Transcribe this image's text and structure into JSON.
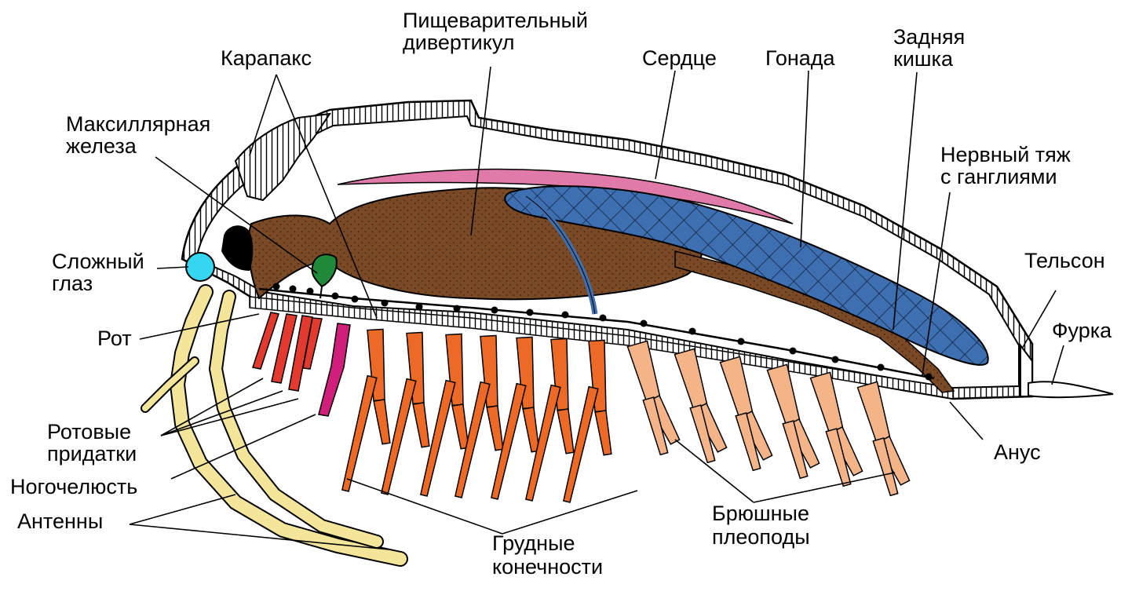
{
  "labels": {
    "carapace": "Карапакс",
    "digestive_1": "Пищеварительный",
    "digestive_2": "дивертикул",
    "heart": "Сердце",
    "gonad": "Гонада",
    "hindgut_1": "Задняя",
    "hindgut_2": "кишка",
    "maxillary_1": "Максиллярная",
    "maxillary_2": "железа",
    "nerve_1": "Нервный тяж",
    "nerve_2": "с ганглиями",
    "eye_1": "Сложный",
    "eye_2": "глаз",
    "telson": "Тельсон",
    "mouth": "Рот",
    "furca": "Фурка",
    "mouthparts_1": "Ротовые",
    "mouthparts_2": "придатки",
    "maxilliped": "Ногочелюсть",
    "antennae": "Антенны",
    "anus": "Анус",
    "thoracic_1": "Грудные",
    "thoracic_2": "конечности",
    "pleopods_1": "Брюшные",
    "pleopods_2": "плеоподы"
  },
  "colors": {
    "digestive": "#7a4a26",
    "heart": "#e07aa8",
    "gonad": "#3e6fb0",
    "eye": "#34d6f0",
    "maxillary_gland": "#1f8a3a",
    "antennae": "#f3e59a",
    "mouthparts": "#e23a2e",
    "maxilliped": "#d01f7a",
    "thoracic_limbs": "#ec6a25",
    "pleopods": "#f4b488",
    "nerve_ganglia": "#000000"
  }
}
